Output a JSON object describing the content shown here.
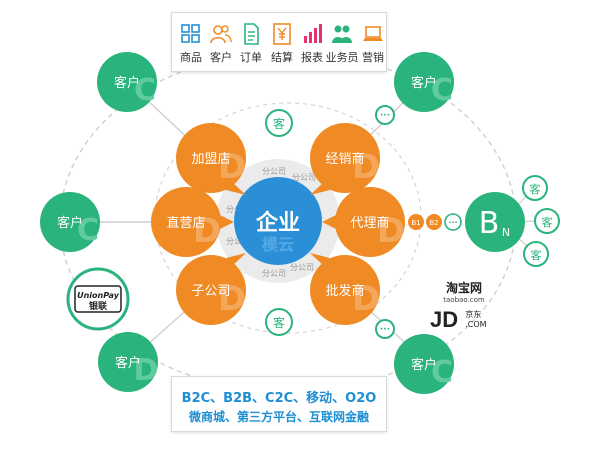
{
  "toolbar": {
    "items": [
      {
        "label": "商品",
        "icon": "grid-icon"
      },
      {
        "label": "客户",
        "icon": "users-icon"
      },
      {
        "label": "订单",
        "icon": "document-icon"
      },
      {
        "label": "结算",
        "icon": "yen-icon"
      },
      {
        "label": "报表",
        "icon": "bar-chart-icon"
      },
      {
        "label": "业务员",
        "icon": "salesperson-icon"
      },
      {
        "label": "营销",
        "icon": "laptop-icon"
      }
    ]
  },
  "center": {
    "title": "企业",
    "watermark": "模云",
    "ring_label": "分公司"
  },
  "nodes": {
    "jiamengdian": "加盟店",
    "jingxiaoshang": "经销商",
    "zhiyingdian": "直营店",
    "dailishang": "代理商",
    "zigongsi": "子公司",
    "pifashang": "批发商"
  },
  "customer_label": "客户",
  "bubble_label": "客",
  "bubble_dots": "···",
  "chain": {
    "b1": "B1",
    "b2": "B2",
    "dots": "···"
  },
  "bn": {
    "main": "B",
    "sub": "N"
  },
  "unionpay": {
    "name": "UnionPay",
    "cn": "银联"
  },
  "taobao": {
    "name": "淘宝网",
    "domain": "taobao.com"
  },
  "jd": {
    "name": "JD",
    "cn": "京东",
    "suffix": ".COM"
  },
  "bottom_box": {
    "line1": "B2C、B2B、C2C、移动、O2O",
    "line2": "微商城、第三方平台、互联网金融"
  },
  "colors": {
    "green": "#2bb37d",
    "orange": "#f08a24",
    "blue": "#2a8fd6",
    "ring": "#e9e9e9",
    "dash": "#cccccc"
  }
}
